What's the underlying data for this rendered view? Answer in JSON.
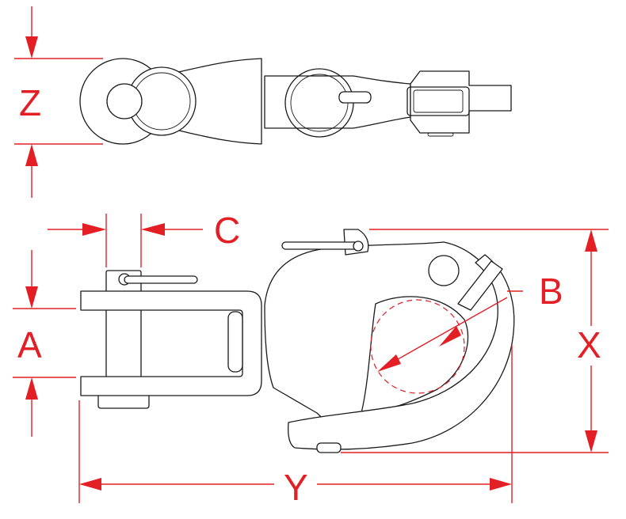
{
  "labels": {
    "z": "Z",
    "c": "C",
    "a": "A",
    "b": "B",
    "x": "X",
    "y": "Y"
  },
  "colors": {
    "dimension": "#e31e24",
    "outline": "#1a1a1a",
    "background": "#ffffff"
  }
}
